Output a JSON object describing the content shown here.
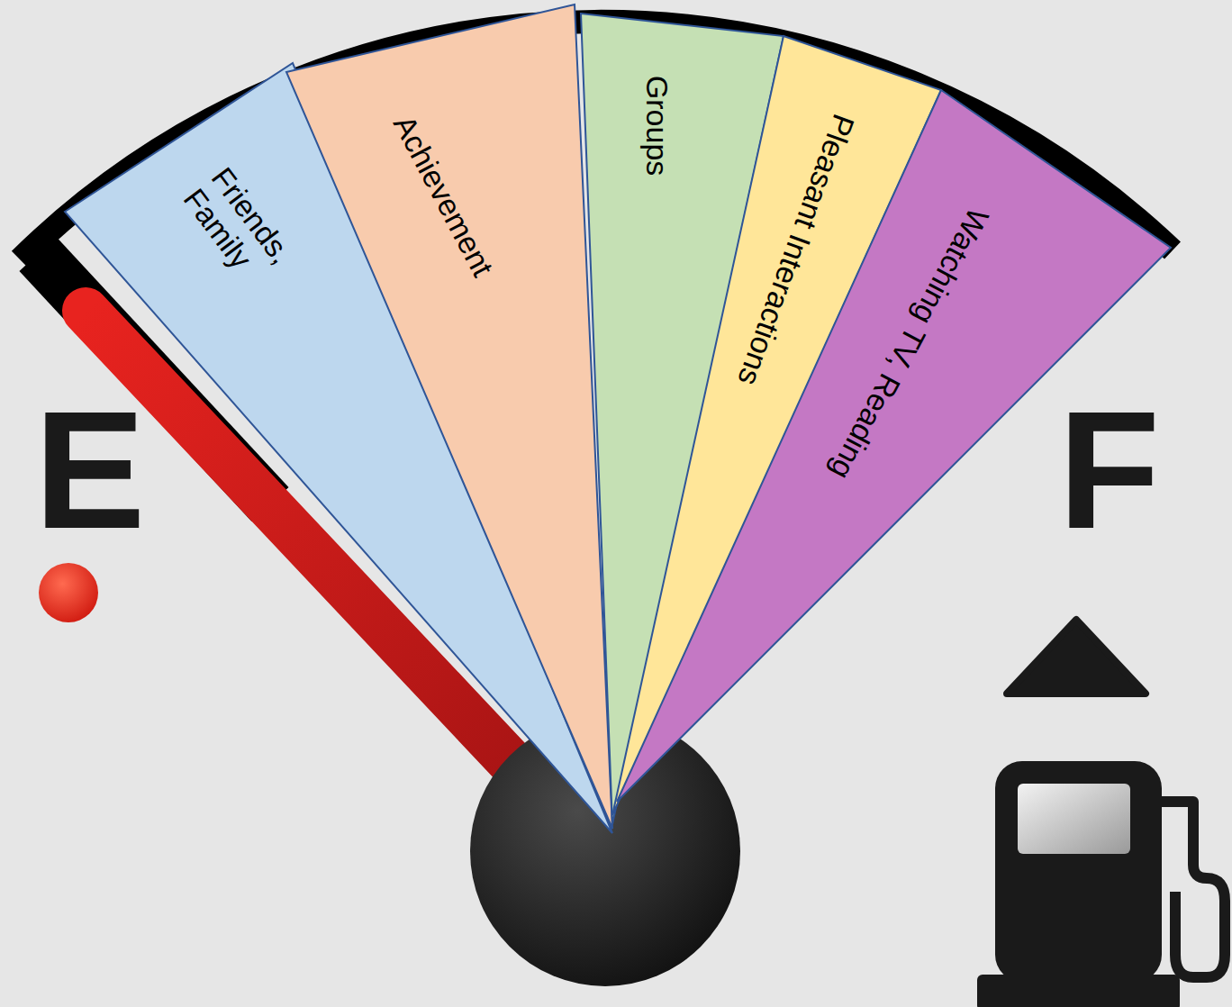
{
  "diagram": {
    "nodes": [
      {
        "text": [
          "Friends, Family"
        ]
      },
      {
        "text": [
          "Achievement"
        ]
      },
      {
        "text": [
          "Groups"
        ]
      },
      {
        "text": [
          "Pleasant Interactions"
        ]
      },
      {
        "text": [
          "Watching TV, Reading"
        ]
      }
    ],
    "labels": [
      "E",
      "F"
    ]
  }
}
